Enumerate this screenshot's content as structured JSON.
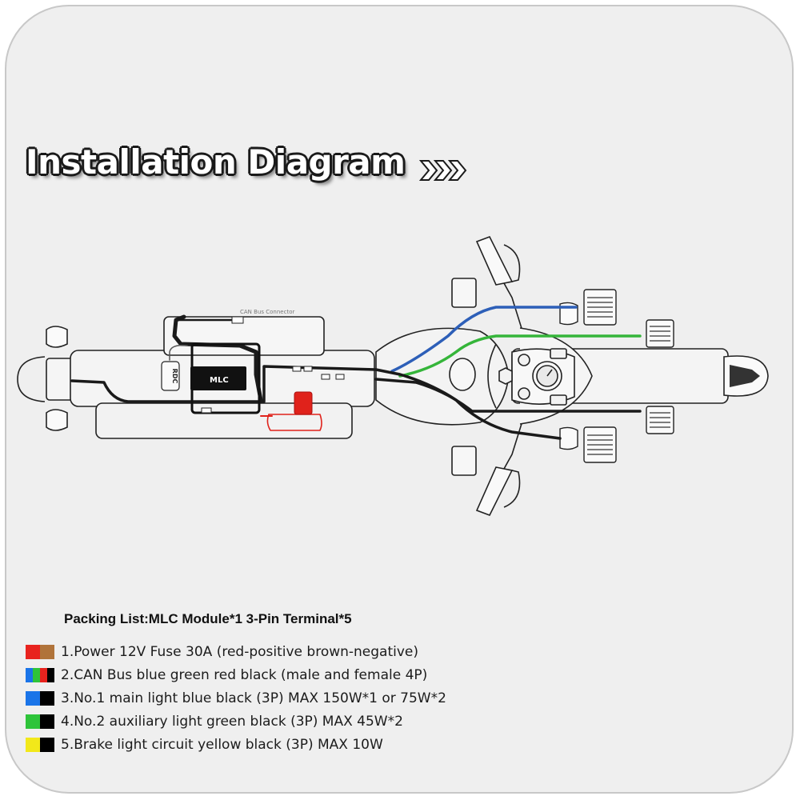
{
  "title": "Installation Diagram",
  "diagram": {
    "can_label": "CAN Bus Connector",
    "module_label": "MLC",
    "rdc_label": "RDC"
  },
  "packing_list": "Packing List:MLC Module*1 3-Pin Terminal*5",
  "legend": [
    {
      "text": "1.Power 12V Fuse 30A (red-positive brown-negative)",
      "colors": [
        "#e8231e",
        "#b0733a"
      ]
    },
    {
      "text": "2.CAN Bus blue green red black (male and female 4P)",
      "colors": [
        "#1a74e8",
        "#2ec43a",
        "#e8231e",
        "#000000"
      ]
    },
    {
      "text": "3.No.1 main light blue black (3P) MAX 150W*1 or 75W*2",
      "colors": [
        "#1a74e8",
        "#000000"
      ]
    },
    {
      "text": "4.No.2 auxiliary light green black (3P) MAX 45W*2",
      "colors": [
        "#2ec43a",
        "#000000"
      ]
    },
    {
      "text": "5.Brake light circuit yellow black (3P) MAX 10W",
      "colors": [
        "#f2e81a",
        "#000000"
      ]
    }
  ],
  "colors": {
    "wire_blue": "#2d5fb8",
    "wire_green": "#35b53a",
    "wire_red": "#e0221b",
    "wire_black": "#1a1a1a"
  }
}
